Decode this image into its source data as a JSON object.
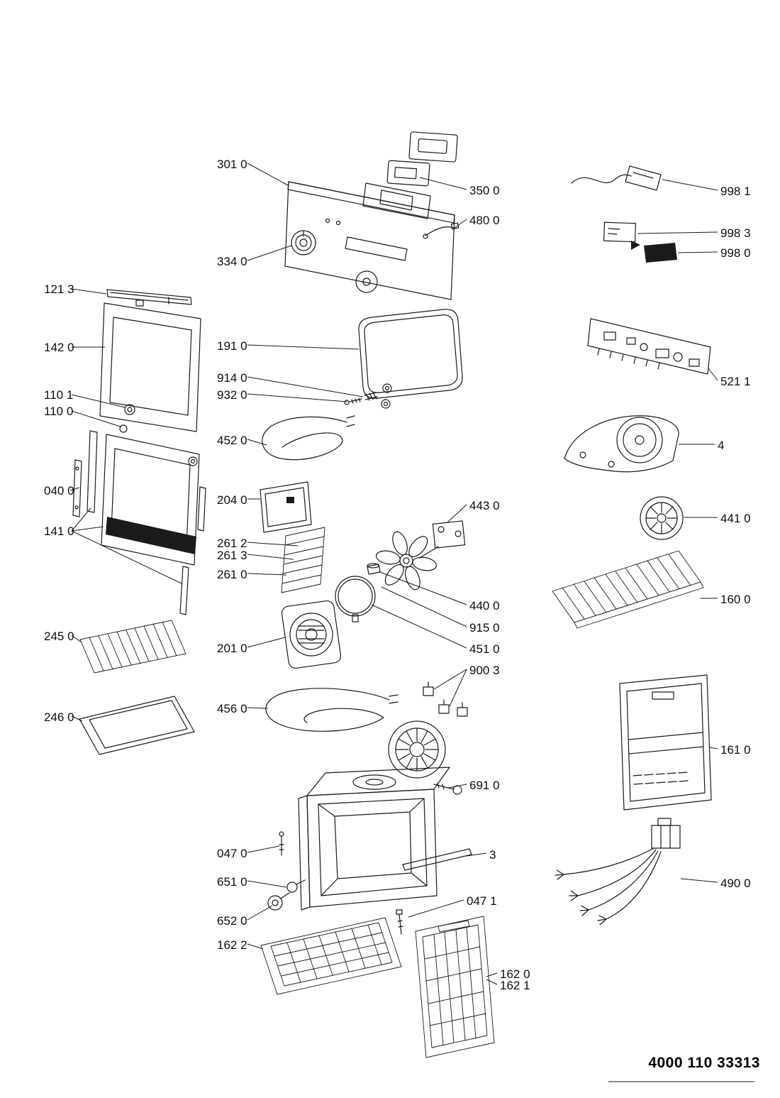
{
  "doc_number": "4000 110 33313",
  "labels": {
    "l121_3": "121 3",
    "l142_0": "142 0",
    "l110_1": "110 1",
    "l110_0": "110 0",
    "l040_0": "040 0",
    "l141_0": "141 0",
    "l245_0": "245 0",
    "l246_0": "246 0",
    "l301_0": "301 0",
    "l334_0": "334 0",
    "l191_0": "191 0",
    "l914_0": "914 0",
    "l932_0": "932 0",
    "l452_0": "452 0",
    "l204_0": "204 0",
    "l261_2": "261 2",
    "l261_3": "261 3",
    "l261_0": "261 0",
    "l201_0": "201 0",
    "l456_0": "456 0",
    "l047_0": "047 0",
    "l651_0": "651 0",
    "l652_0": "652 0",
    "l162_2": "162 2",
    "l350_0": "350 0",
    "l480_0": "480 0",
    "l443_0": "443 0",
    "l440_0": "440 0",
    "l915_0": "915 0",
    "l451_0": "451 0",
    "l900_3": "900 3",
    "l691_0": "691 0",
    "l3": "3",
    "l047_1": "047 1",
    "l162_0": "162 0",
    "l162_1": "162 1",
    "l998_1": "998 1",
    "l998_3": "998 3",
    "l998_0": "998 0",
    "l521_1": "521 1",
    "l4": "4",
    "l441_0": "441 0",
    "l160_0": "160 0",
    "l161_0": "161 0",
    "l490_0": "490 0"
  }
}
